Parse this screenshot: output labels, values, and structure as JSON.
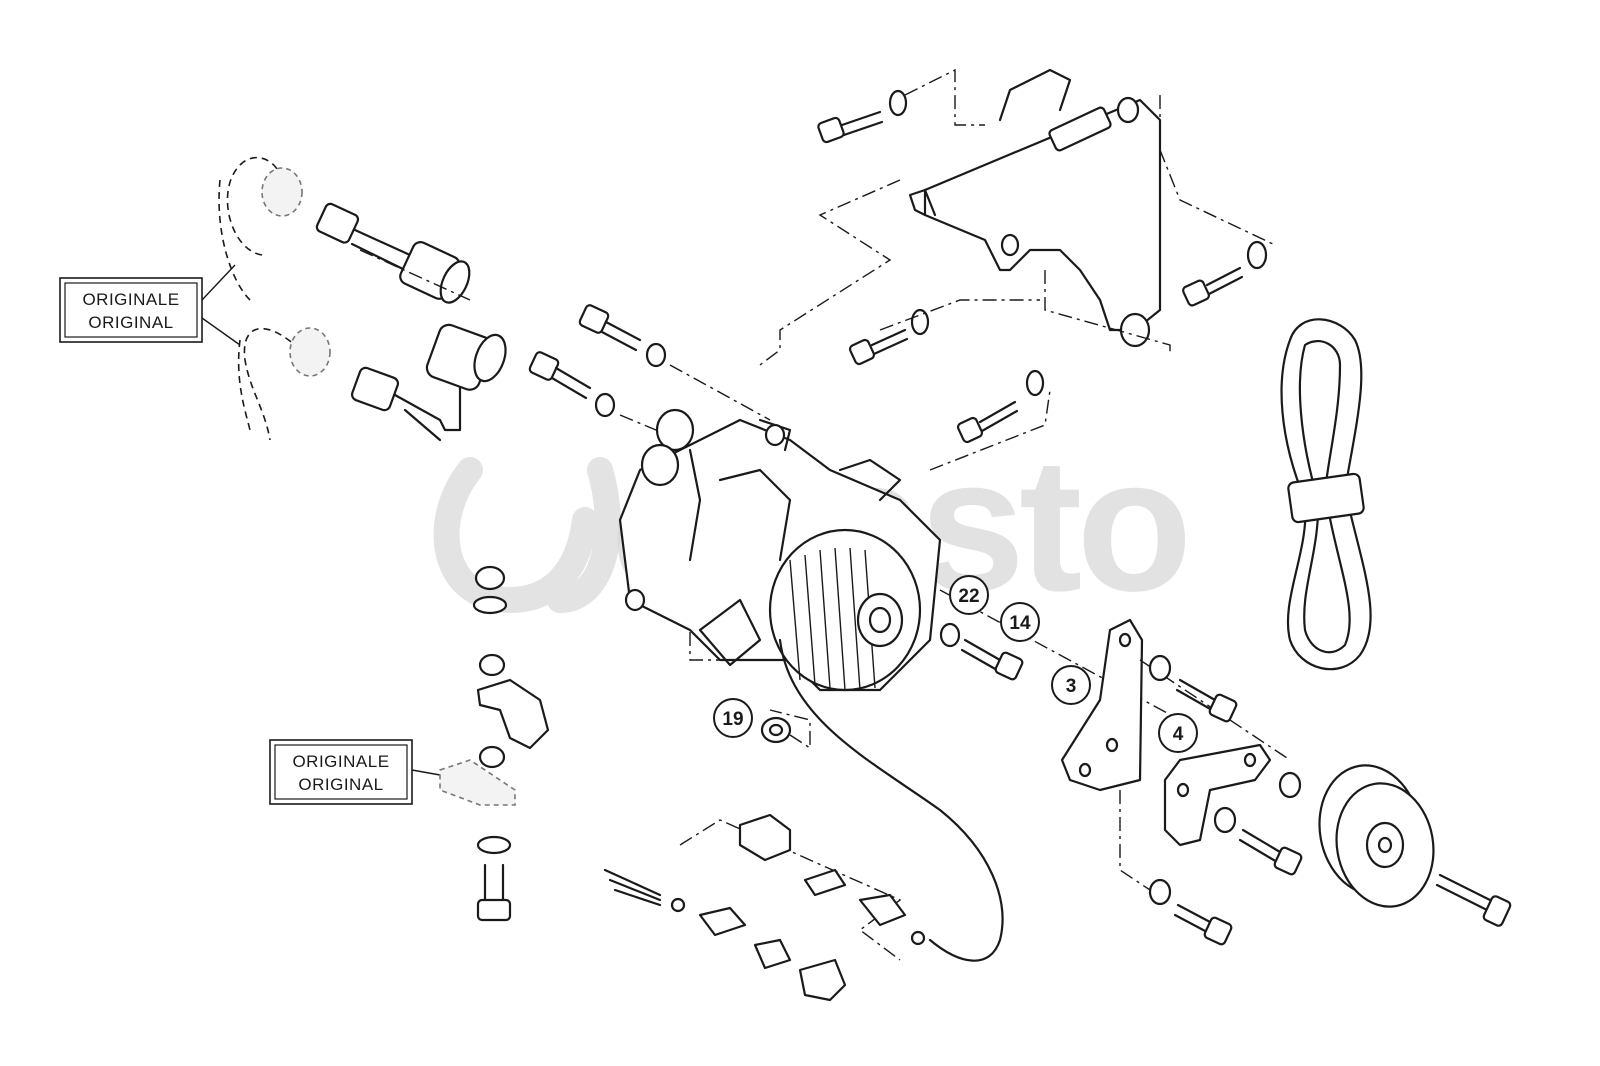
{
  "watermark": {
    "text": "ebasto"
  },
  "labels": [
    {
      "line1": "ORIGINALE",
      "line2": "ORIGINAL"
    },
    {
      "line1": "ORIGINALE",
      "line2": "ORIGINAL"
    }
  ],
  "callouts": [
    "22",
    "14",
    "3",
    "4",
    "19"
  ],
  "colors": {
    "ink": "#1a1a1a",
    "watermark": "#d9d9d9",
    "background": "#ffffff"
  }
}
